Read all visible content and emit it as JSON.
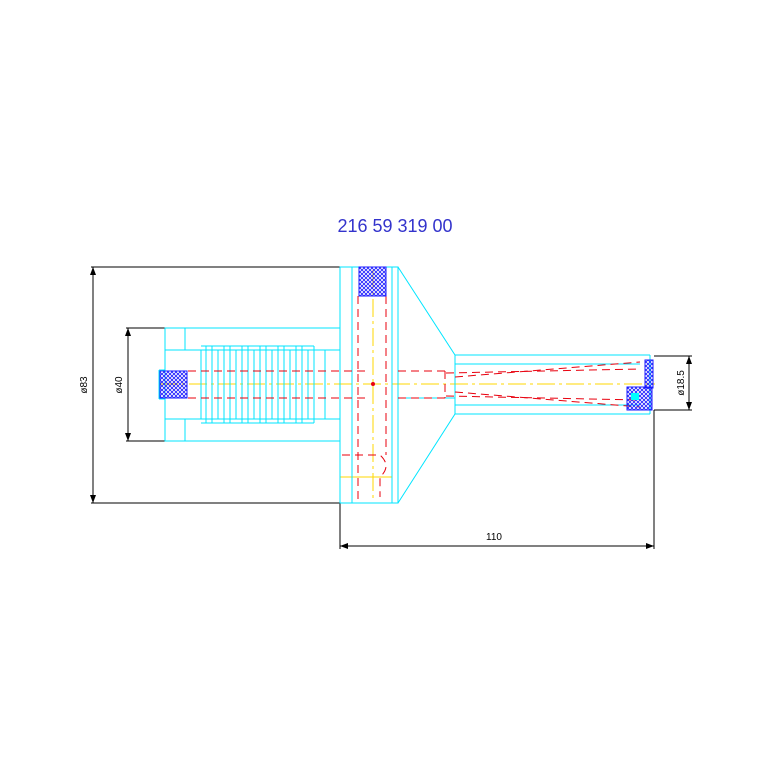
{
  "part_number": "216 59 319 00",
  "dimensions": {
    "overall_diameter": "ø83",
    "body_diameter": "ø40",
    "tip_diameter": "ø18.5",
    "length": "110"
  },
  "colors": {
    "outline": "#00e5ff",
    "dimension_lines": "#000000",
    "hidden_lines": "#e8000e",
    "center_lines": "#ffd700",
    "hatch": "#1a1aff",
    "title": "#3333cc"
  }
}
